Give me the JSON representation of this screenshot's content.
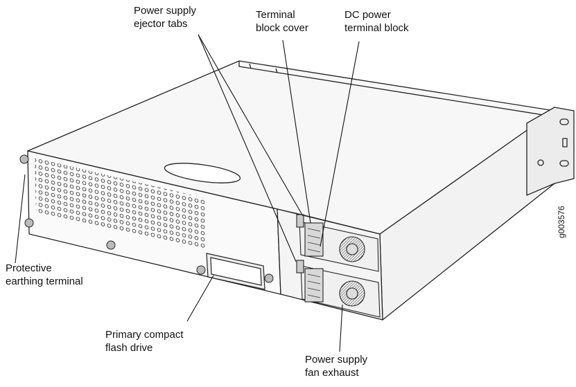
{
  "labels": {
    "ejector_tabs": [
      "Power supply",
      "ejector tabs"
    ],
    "terminal_cover": [
      "Terminal",
      "block cover"
    ],
    "dc_terminal": [
      "DC power",
      "terminal block"
    ],
    "earthing": [
      "Protective",
      "earthing terminal"
    ],
    "flash_drive": [
      "Primary compact",
      "flash drive"
    ],
    "fan_exhaust": [
      "Power supply",
      "fan exhaust"
    ]
  },
  "figure_id": "g003576"
}
